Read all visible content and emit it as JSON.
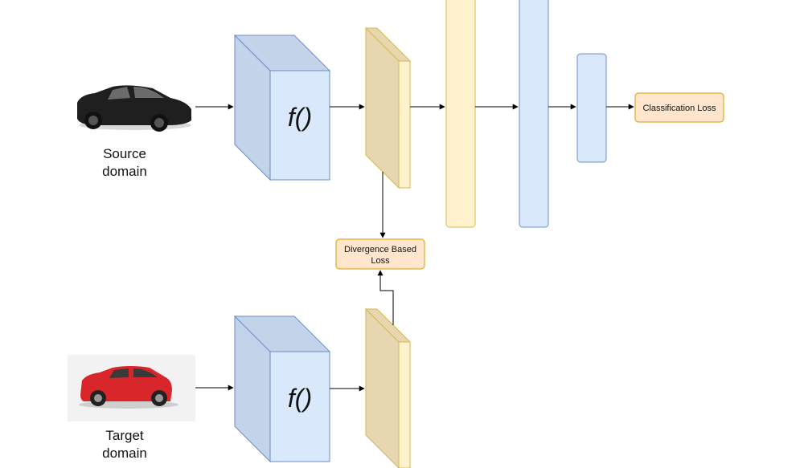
{
  "source": {
    "label_line1": "Source",
    "label_line2": "domain"
  },
  "target": {
    "label_line1": "Target",
    "label_line2": "domain"
  },
  "encoder": {
    "function_label": "f()"
  },
  "losses": {
    "classification": "Classification Loss",
    "divergence_line1": "Divergence Based",
    "divergence_line2": "Loss"
  },
  "colors": {
    "encoder_fill": "#dae8fc",
    "encoder_side": "#c2d3ea",
    "encoder_stroke": "#6c8ebf",
    "feature_fill": "#fff2cc",
    "feature_side": "#e6d7b0",
    "feature_stroke": "#d6b656",
    "loss_fill": "#ffe6cc",
    "loss_stroke": "#d79b00",
    "source_car": "#1f1f1f",
    "target_car": "#d8262b",
    "target_bg": "#f2f2f2"
  }
}
